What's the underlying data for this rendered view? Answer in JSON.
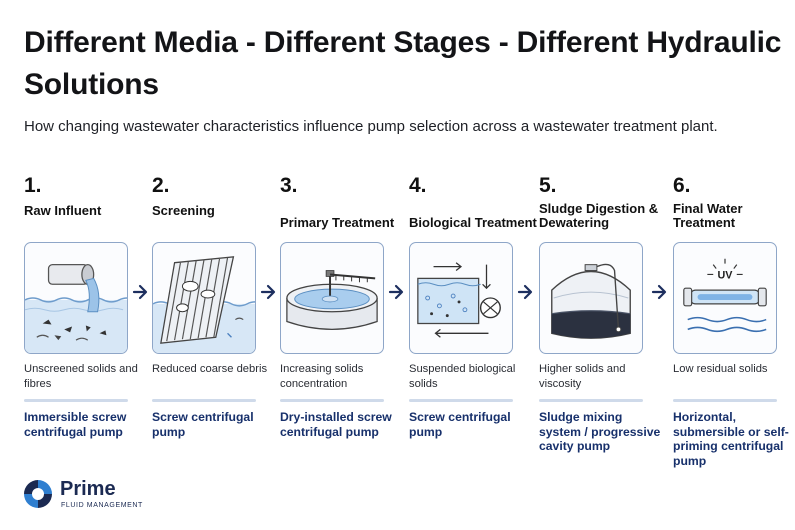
{
  "title": "Different Media - Different Stages - Different Hydraulic Solutions",
  "subtitle": "How changing wastewater characteristics influence pump selection across a wastewater treatment plant.",
  "stages": [
    {
      "number": "1.",
      "name": "Raw Influent",
      "characteristic": "Unscreened solids and fibres",
      "pump": "Immersible screw centrifugal pump",
      "illustration": "pipe-outfall-icon"
    },
    {
      "number": "2.",
      "name": "Screening",
      "characteristic": "Reduced coarse debris",
      "pump": "Screw centrifugal pump",
      "illustration": "bar-screen-icon"
    },
    {
      "number": "3.",
      "name": "Primary Treatment",
      "characteristic": "Increasing solids concentration",
      "pump": "Dry-installed screw centrifugal pump",
      "illustration": "clarifier-tank-icon"
    },
    {
      "number": "4.",
      "name": "Biological Treatment",
      "characteristic": "Suspended biological solids",
      "pump": "Screw centrifugal pump",
      "illustration": "aeration-basin-icon"
    },
    {
      "number": "5.",
      "name": "Sludge Digestion & Dewatering",
      "characteristic": "Higher solids and viscosity",
      "pump": "Sludge mixing system / progressive cavity pump",
      "illustration": "digester-tank-icon"
    },
    {
      "number": "6.",
      "name": "Final Water Treatment",
      "characteristic": "Low residual solids",
      "pump": "Horizontal, submersible or self-priming centrifugal pump",
      "illustration": "uv-reactor-icon",
      "uv_label": "UV"
    }
  ],
  "logo": {
    "brand": "Prime",
    "tagline": "FLUID MANAGEMENT"
  },
  "colors": {
    "frame": "#8ea6c8",
    "pump_text": "#17306b",
    "arrow": "#1d2f5f",
    "water": "#cfe1f3"
  }
}
